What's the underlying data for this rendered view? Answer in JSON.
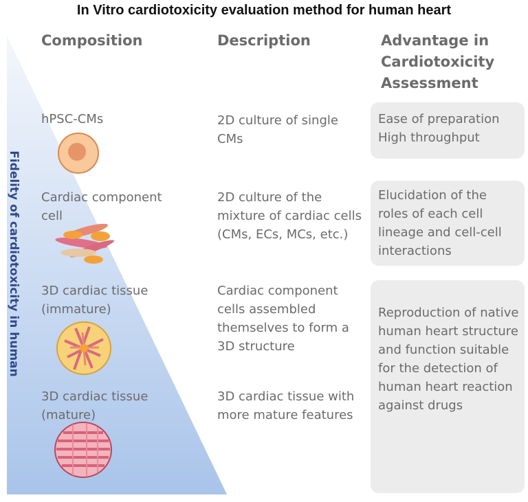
{
  "title": "In Vitro cardiotoxicity evaluation method for human heart",
  "side_label": "Fidelity of cardiotoxicity in human",
  "headers": {
    "composition": "Composition",
    "description": "Description",
    "advantage": "Advantage in Cardiotoxicity Assessment"
  },
  "rows": [
    {
      "composition": "hPSC-CMs",
      "description": "2D culture of single CMs",
      "icon": "single-cardiomyocyte-icon"
    },
    {
      "composition": "Cardiac component cell",
      "description": "2D culture of the mixture of cardiac cells (CMs, ECs, MCs, etc.)",
      "icon": "mixed-cardiac-cells-icon"
    },
    {
      "composition": "3D cardiac tissue (immature)",
      "description": "Cardiac component cells assembled themselves to form a 3D structure",
      "icon": "immature-tissue-icon"
    },
    {
      "composition": "3D cardiac tissue (mature)",
      "description": "3D cardiac tissue with more mature features",
      "icon": "mature-tissue-icon"
    }
  ],
  "advantages": [
    "Ease of preparation High throughput",
    "Elucidation of the roles of each cell lineage and cell-cell interactions",
    "Reproduction of native human heart structure and function suitable for the detection of human heart reaction against drugs"
  ],
  "colors": {
    "triangle_top": "#f4f7fc",
    "triangle_bottom": "#a9c4ea",
    "side_label": "#2f4a8c",
    "box": "#ececec",
    "cell": "#f4b183",
    "tissue": "#d9607a"
  }
}
